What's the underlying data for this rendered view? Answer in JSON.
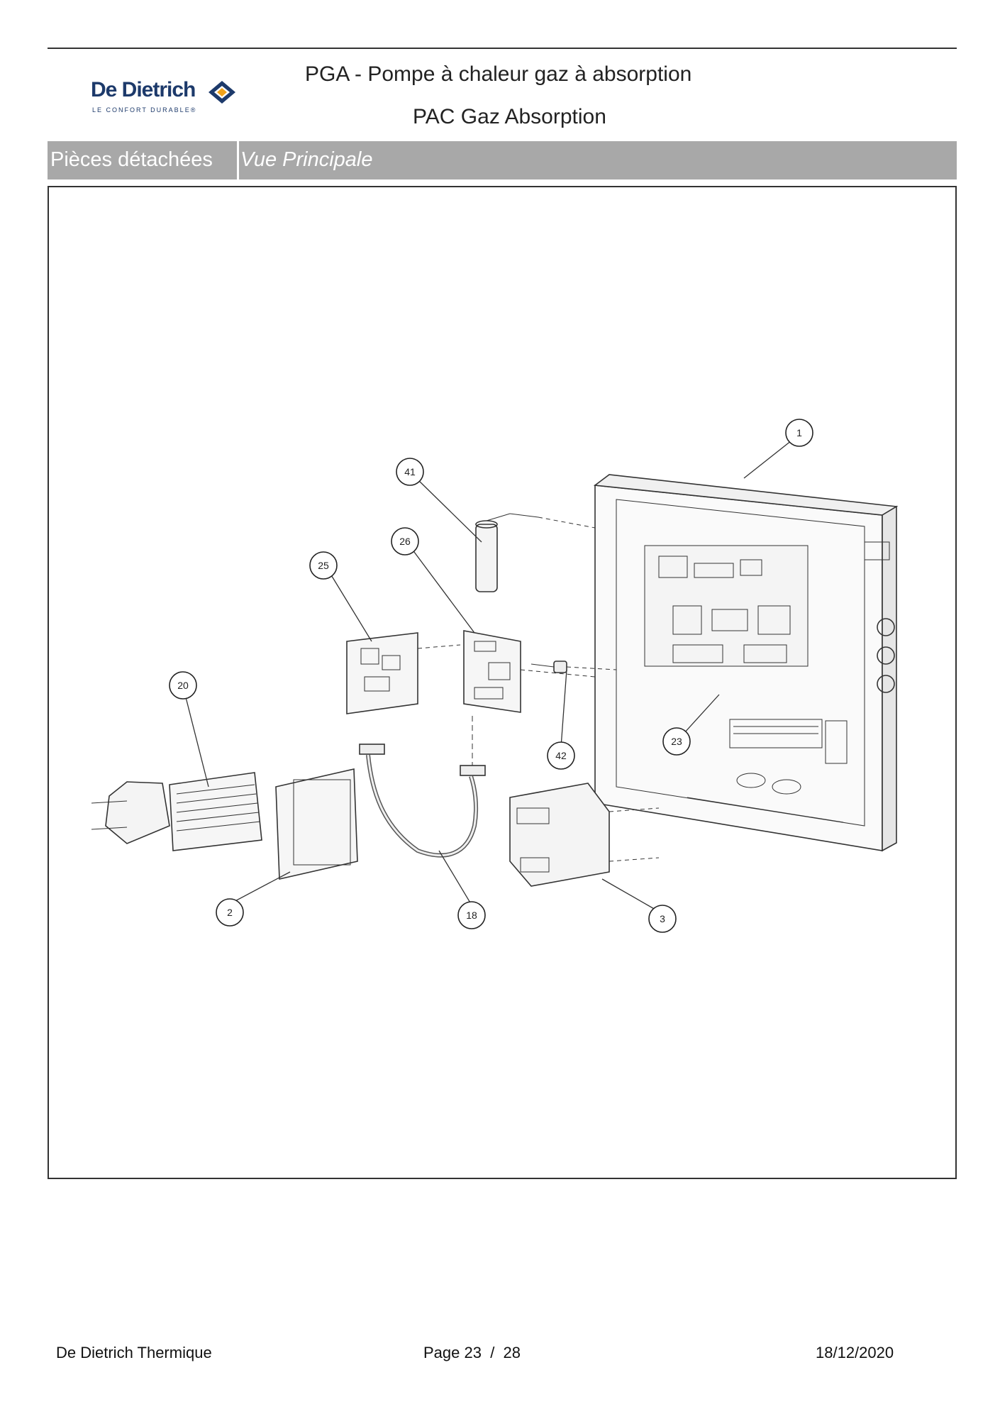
{
  "header": {
    "logo": {
      "brand": "De Dietrich",
      "tagline": "LE CONFORT DURABLE®"
    },
    "title": "PGA - Pompe à chaleur gaz à absorption",
    "subtitle": "PAC Gaz Absorption"
  },
  "section": {
    "category": "Pièces détachées",
    "view": "Vue Principale"
  },
  "diagram": {
    "callouts": [
      "1",
      "41",
      "26",
      "25",
      "20",
      "42",
      "23",
      "2",
      "18",
      "3"
    ]
  },
  "footer": {
    "company": "De Dietrich Thermique",
    "page_label": "Page 23  /  28",
    "date": "18/12/2020"
  },
  "colors": {
    "brand_blue": "#1d3a6b",
    "brand_orange": "#f0a21a",
    "band_grey": "#a8a8a8"
  }
}
